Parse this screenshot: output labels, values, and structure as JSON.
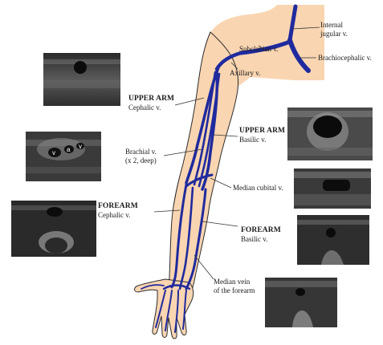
{
  "colors": {
    "skin": "#f9d5b1",
    "skin_outline": "#2b2b2b",
    "vein": "#1f2a9e",
    "vein_dark": "#101a6e",
    "leader": "#333333"
  },
  "labels": {
    "internal_jugular": {
      "line1": "Internal",
      "line2": "jugular v."
    },
    "brachiocephalic": {
      "text": "Brachiocephalic v."
    },
    "subclavian": {
      "text": "Subclavian v."
    },
    "axillary": {
      "text": "Axillary v."
    },
    "upper_arm_cephalic": {
      "heading": "UPPER ARM",
      "text": "Cephalic v."
    },
    "upper_arm_basilic": {
      "heading": "UPPER ARM",
      "text": "Basilic v."
    },
    "brachial": {
      "line1": "Brachial v.",
      "line2": "(x 2, deep)"
    },
    "median_cubital": {
      "text": "Median cubital v."
    },
    "forearm_cephalic": {
      "heading": "FOREARM",
      "text": "Cephalic v."
    },
    "forearm_basilic": {
      "heading": "FOREARM",
      "text": "Basilic v."
    },
    "median_forearm": {
      "line1": "Median vein",
      "line2": "of the forearm"
    }
  },
  "ultrasound": {
    "brachial_markers": [
      "v",
      "a",
      "v"
    ]
  }
}
